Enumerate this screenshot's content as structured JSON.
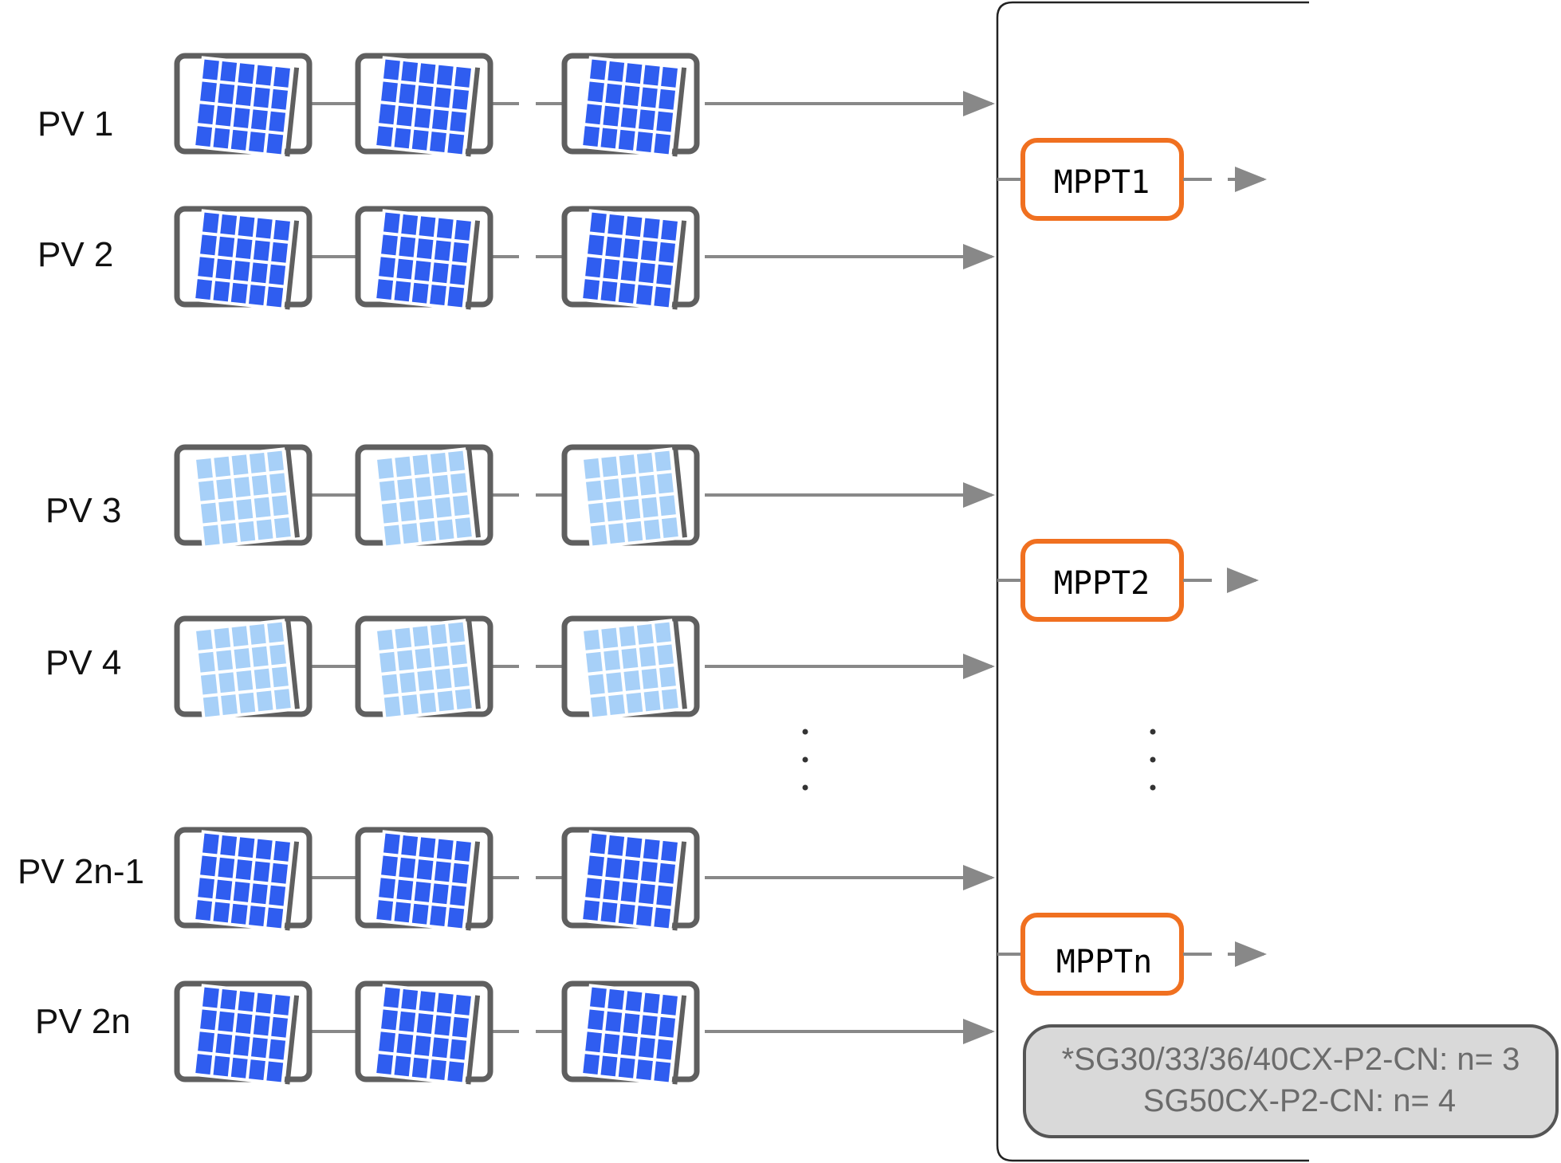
{
  "strings": [
    {
      "label": "PV 1",
      "shade": "dark"
    },
    {
      "label": "PV 2",
      "shade": "dark"
    },
    {
      "label": "PV 3",
      "shade": "light"
    },
    {
      "label": "PV 4",
      "shade": "light"
    },
    {
      "label": "PV 2n-1",
      "shade": "dark"
    },
    {
      "label": "PV 2n",
      "shade": "dark"
    }
  ],
  "mppts": [
    "MPPT1",
    "MPPT2",
    "MPPTn"
  ],
  "note": {
    "line1": "*SG30/33/36/40CX-P2-CN: n= 3",
    "line2": "SG50CX-P2-CN: n= 4"
  },
  "colors": {
    "panel_dark": "#2f5df0",
    "panel_light": "#a7d0f8",
    "frame": "#5f5f5f",
    "mppt_accent": "#f07020",
    "wire": "#888888",
    "note_fill": "#d9d9d9"
  }
}
